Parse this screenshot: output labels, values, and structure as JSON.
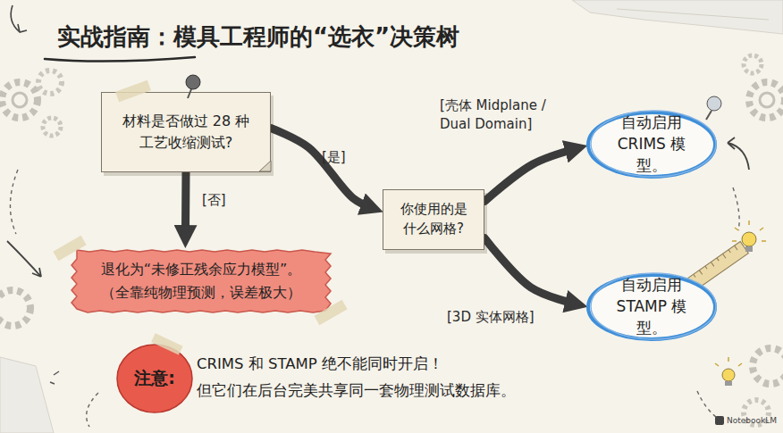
{
  "diagram": {
    "title": "实战指南：模具工程师的“选衣”决策树",
    "nodes": [
      {
        "text": [
          "材料是否做过 28 种 工艺收缩测试?"
        ]
      },
      {
        "text": [
          "自动启用 CRIMS 模型。"
        ]
      },
      {
        "text": [
          "你使用的是 什么网格?"
        ]
      },
      {
        "text": [
          "退化为“未修正残余应力模型”。",
          "（全靠纯物理预测，误差极大）"
        ]
      },
      {
        "text": [
          "自动启用 STAMP 模型。"
        ]
      },
      {
        "text": [
          "注意:",
          "CRIMS 和 STAMP 绝不能同时开启！",
          "但它们在后台完美共享同一套物理测试数据库。"
        ]
      }
    ],
    "edges": [
      {
        "from": 0,
        "to": 3,
        "label": "[否]",
        "arrow": "to"
      },
      {
        "from": 0,
        "to": 2,
        "label": "[是]",
        "arrow": "to"
      },
      {
        "from": 2,
        "to": 1,
        "label": "[壳体 Midplane / Dual Domain]",
        "arrow": "to"
      },
      {
        "from": 2,
        "to": 4,
        "label": "[3D 实体网格]",
        "arrow": "to"
      }
    ],
    "labels": [
      "NotebookLM"
    ]
  }
}
